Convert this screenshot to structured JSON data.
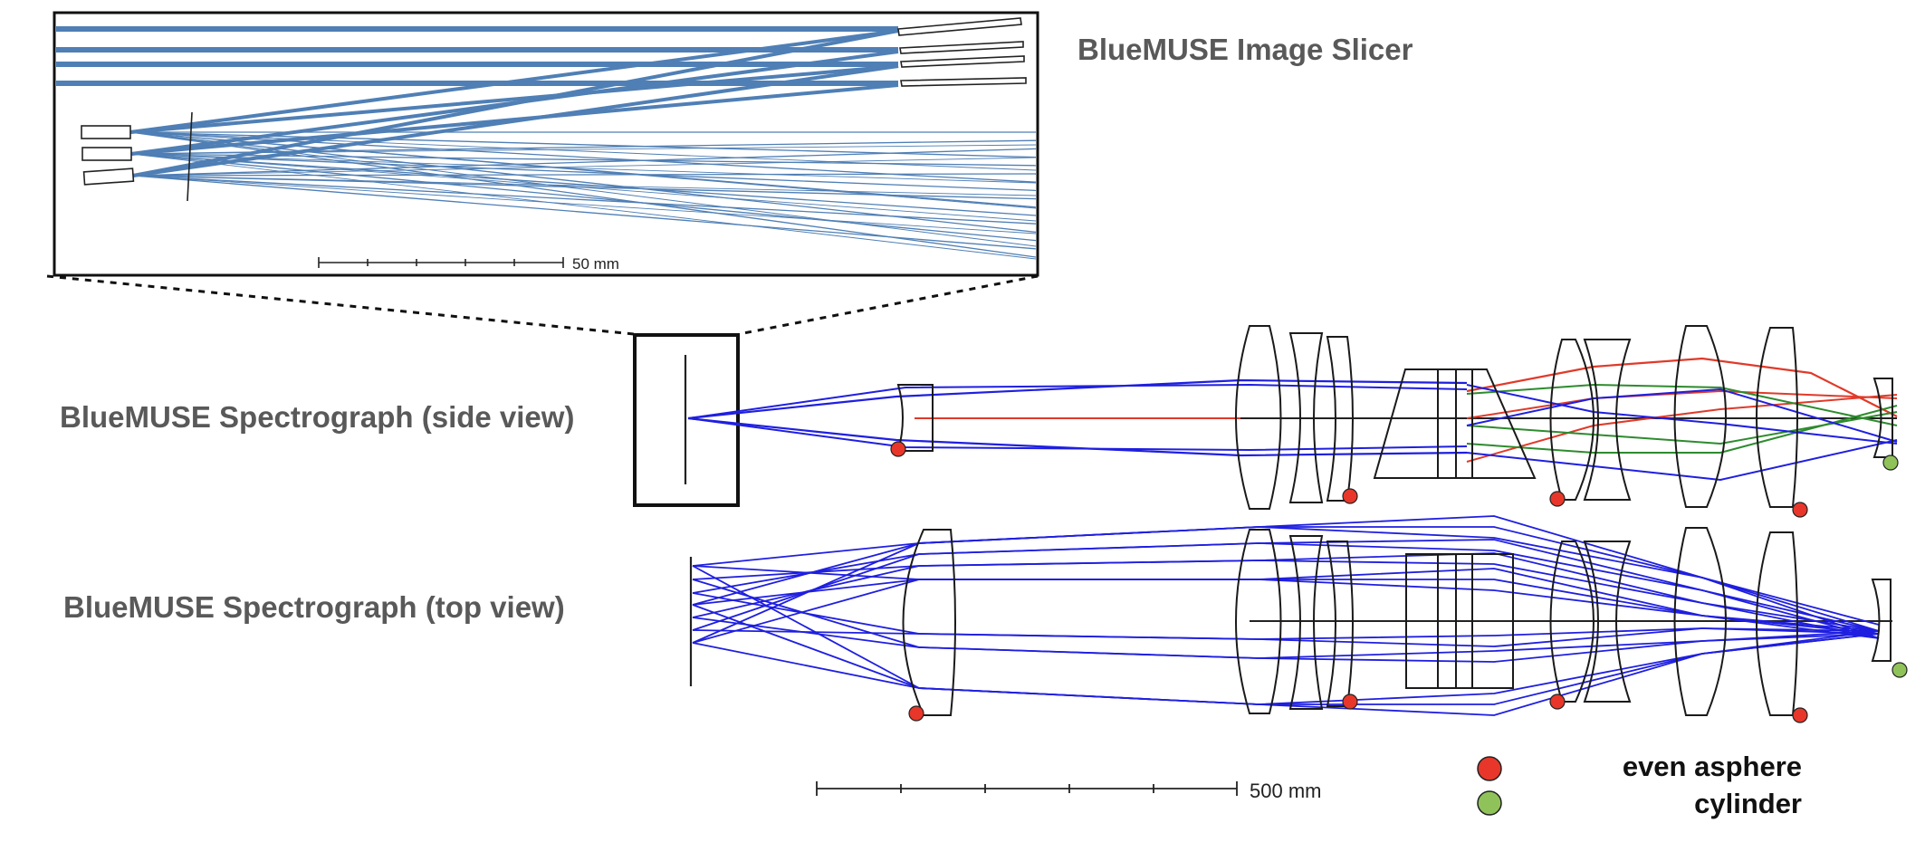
{
  "titles": {
    "slicer": "BlueMUSE Image Slicer",
    "side_view": "BlueMUSE Spectrograph (side view)",
    "top_view": "BlueMUSE Spectrograph (top view)"
  },
  "scale_bars": {
    "slicer": "50 mm",
    "spectrograph": "500 mm"
  },
  "legend": {
    "items": [
      {
        "label": "even asphere",
        "color": "#e8372a"
      },
      {
        "label": "cylinder",
        "color": "#8fc35a"
      }
    ]
  },
  "colors": {
    "slicer_rays": "#4f7fb5",
    "rays_blue": "#1f1fe0",
    "rays_red": "#e03a2a",
    "rays_green": "#2e8b2e",
    "optics": "#1a1a1a",
    "marker_red": "#e8372a",
    "marker_green": "#8fc35a",
    "title_gray": "#595959"
  }
}
